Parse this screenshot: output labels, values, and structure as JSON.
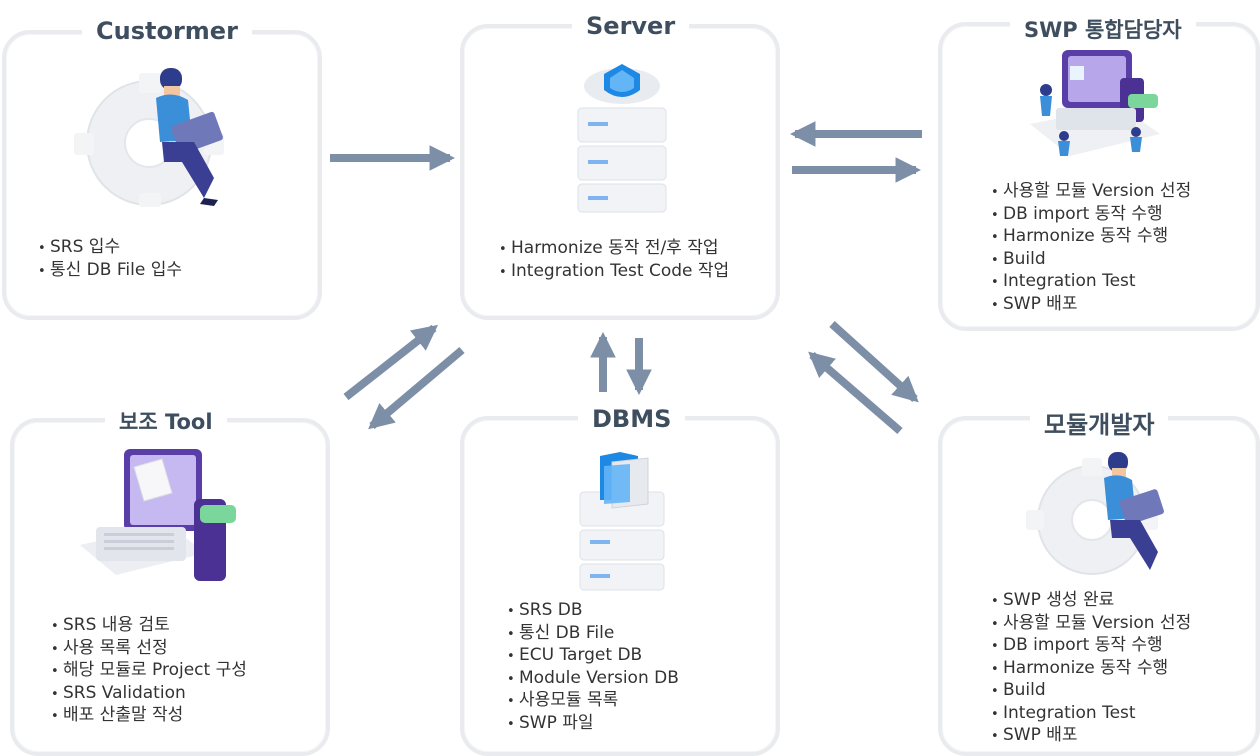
{
  "customer": {
    "title": "Custormer",
    "items": [
      "SRS 입수",
      "통신 DB File 입수"
    ]
  },
  "server": {
    "title": "Server",
    "items": [
      "Harmonize 동작 전/후 작업",
      "Integration Test Code 작업"
    ]
  },
  "swp": {
    "title": "SWP 통합담당자",
    "items": [
      "사용할 모듈 Version 선정",
      "DB import 동작 수행",
      "Harmonize 동작 수행",
      "Build",
      "Integration Test",
      "SWP 배포"
    ]
  },
  "tool": {
    "title": "보조 Tool",
    "items": [
      "SRS 내용 검토",
      "사용 목록 선정",
      "해당 모듈로 Project 구성",
      "SRS Validation",
      "배포 산출말 작성"
    ]
  },
  "dbms": {
    "title": "DBMS",
    "items": [
      "SRS DB",
      "통신 DB File",
      "ECU Target DB",
      "Module Version DB",
      "사용모듈 목록",
      "SWP 파일"
    ]
  },
  "dev": {
    "title": "모듈개발자",
    "items": [
      "SWP 생성 완료",
      "사용할 모듈 Version 선정",
      "DB import 동작 수행",
      "Harmonize 동작 수행",
      "Build",
      "Integration Test",
      "SWP 배포"
    ]
  },
  "colors": {
    "arrow": "#7d8fa6",
    "border": "#e9ebee",
    "title": "#3e4e5e"
  }
}
